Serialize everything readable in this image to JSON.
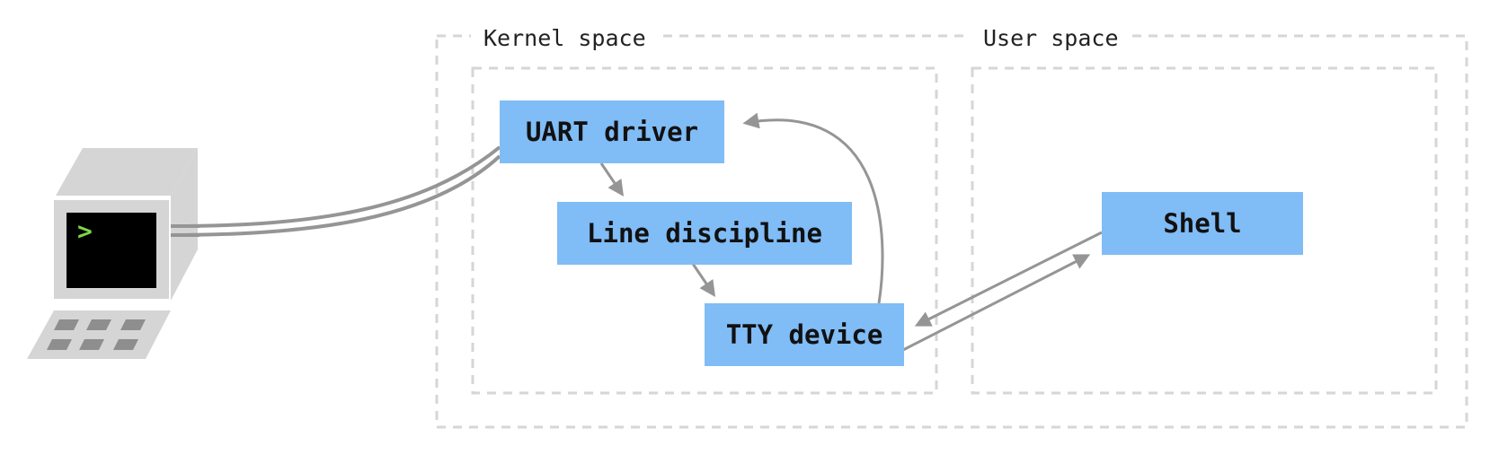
{
  "regions": {
    "kernel_label": "Kernel space",
    "user_label": "User space"
  },
  "nodes": {
    "uart": "UART driver",
    "ldisc": "Line discipline",
    "tty": "TTY device",
    "shell": "Shell"
  },
  "terminal": {
    "prompt": ">"
  },
  "icons": {
    "terminal": "computer-terminal-icon"
  },
  "colors": {
    "box_fill": "#80bcf6",
    "arrow": "#959595",
    "dashed_border": "#d6d6d6",
    "prompt": "#7fd44a"
  }
}
